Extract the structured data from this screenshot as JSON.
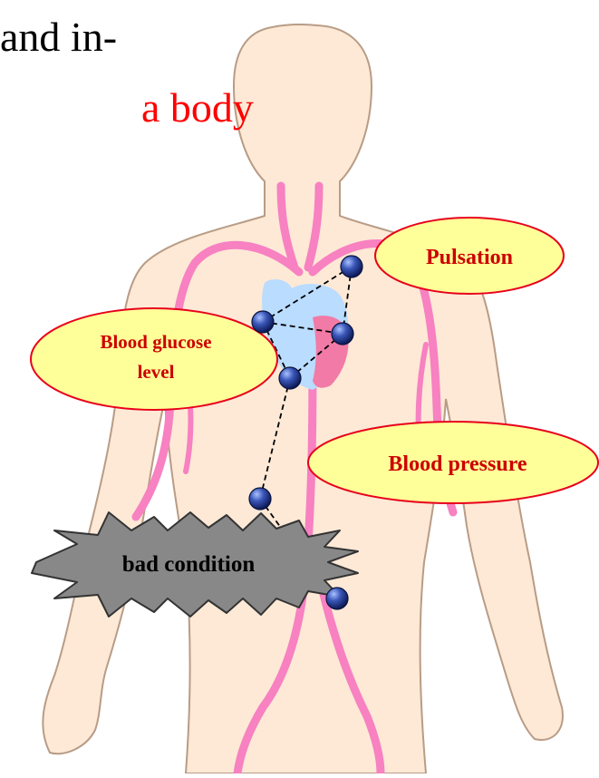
{
  "heading": {
    "line1": "and in-",
    "line2": "a body"
  },
  "labels": {
    "pulsation": "Pulsation",
    "blood_glucose_line1": "Blood glucose",
    "blood_glucose_line2": "level",
    "blood_pressure": "Blood pressure",
    "bad_condition": "bad condition"
  },
  "colors": {
    "skin": "#fde9d6",
    "outline": "#b89c86",
    "vessel": "#f781c1",
    "heart_blue": "#b9dcff",
    "heart_pink": "#f27aa6",
    "bubble_fill": "#ffff99",
    "bubble_stroke": "#e8001c",
    "label_text": "#cc0000",
    "burst_fill": "#888888",
    "sensor_node": "#2a3d8f"
  }
}
